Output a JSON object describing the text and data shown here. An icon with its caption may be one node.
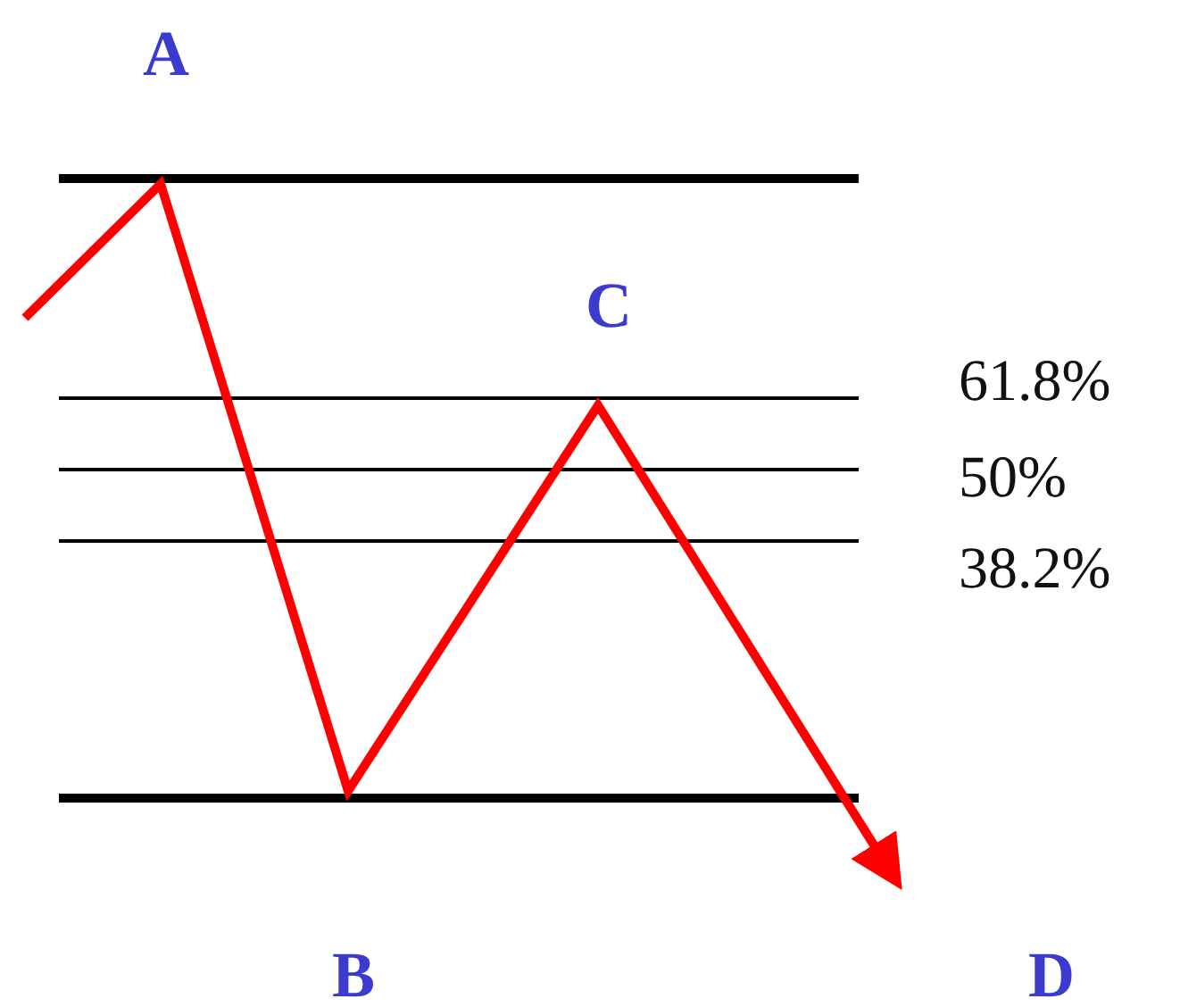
{
  "diagram": {
    "labels": [
      "A",
      "C",
      "61.8%",
      "50%",
      "38.2%",
      "B",
      "D"
    ]
  }
}
